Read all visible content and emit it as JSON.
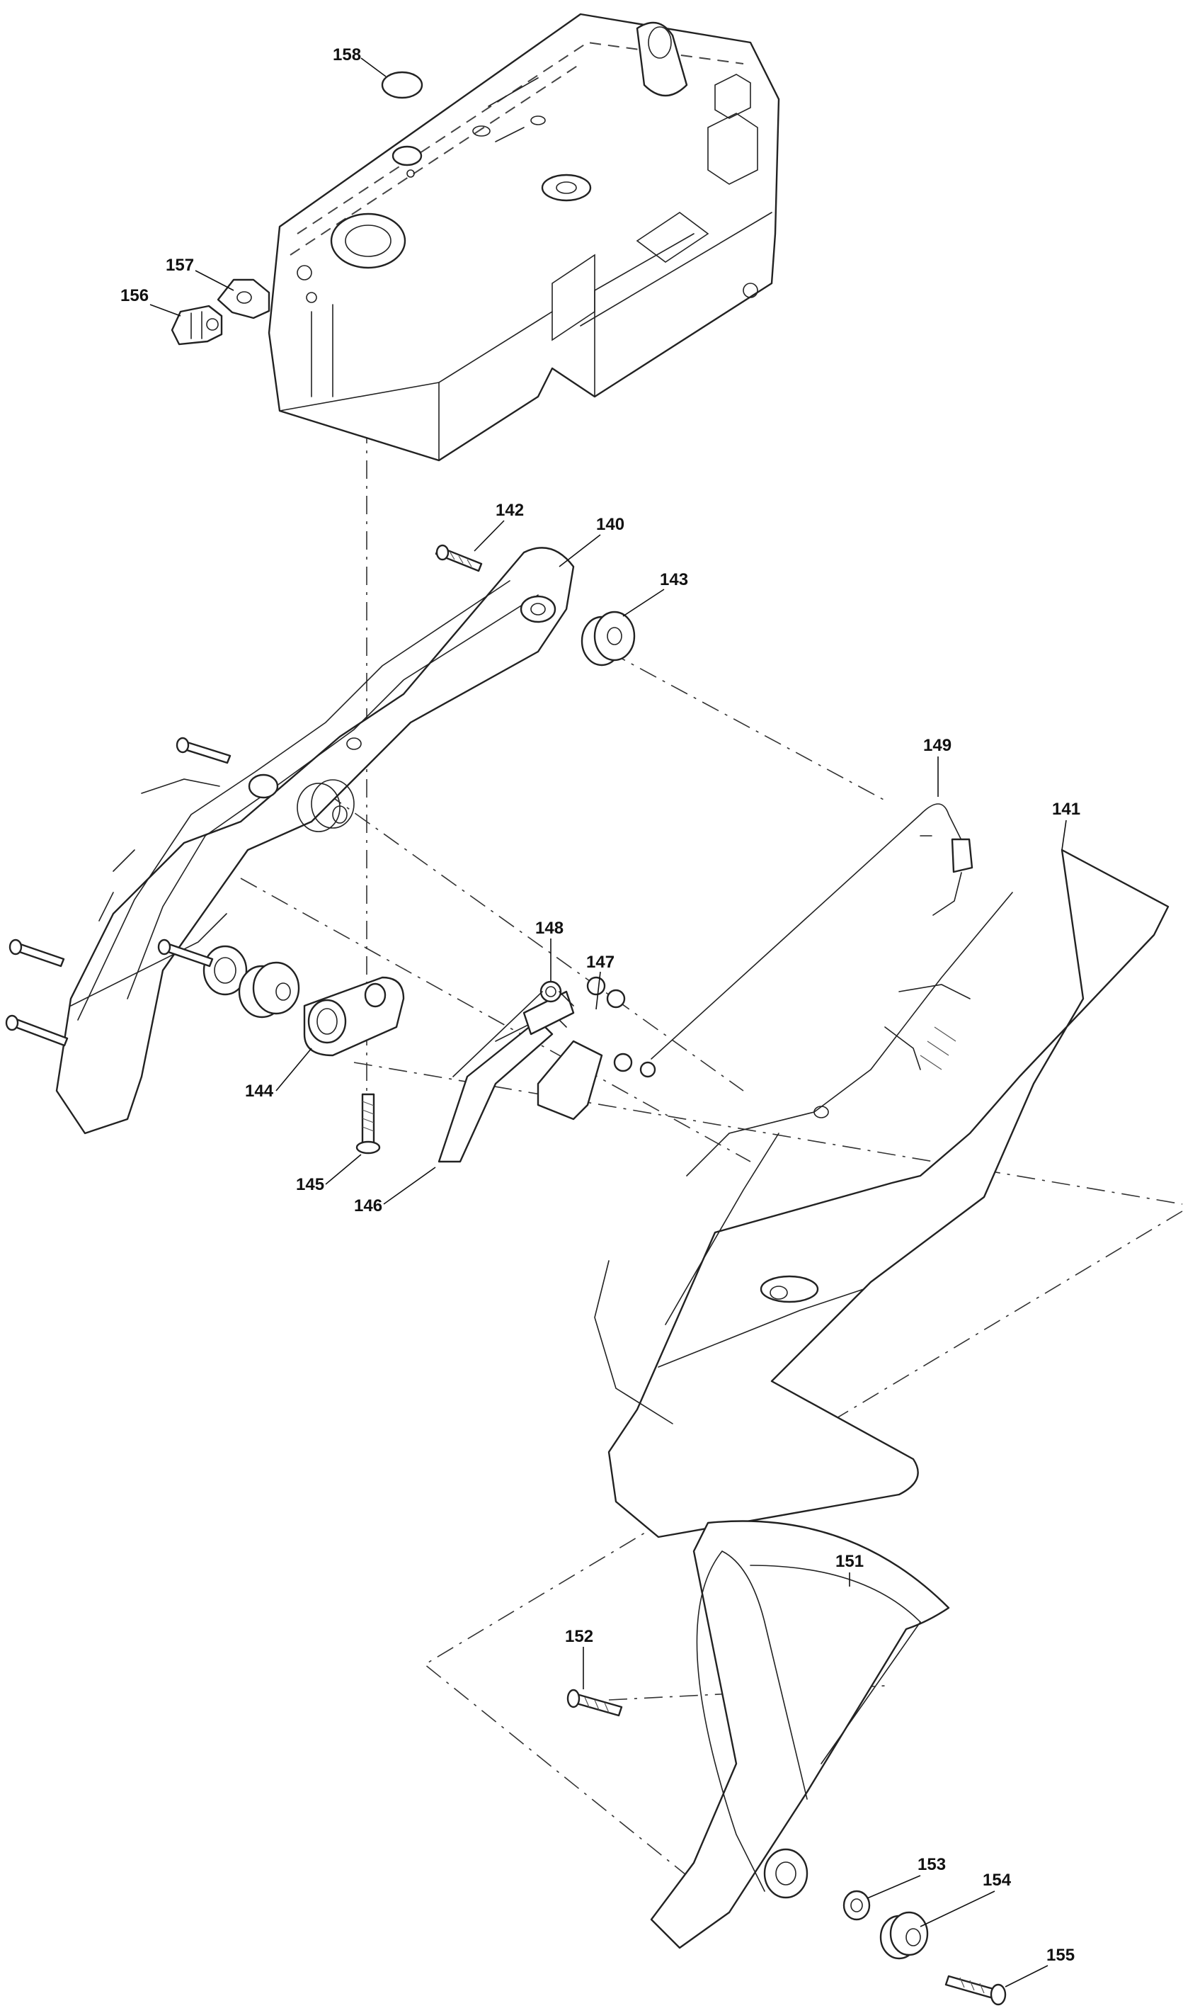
{
  "diagram": {
    "parts": [
      {
        "id": "p158",
        "number": "158"
      },
      {
        "id": "p157",
        "number": "157"
      },
      {
        "id": "p156",
        "number": "156"
      },
      {
        "id": "p142",
        "number": "142"
      },
      {
        "id": "p140",
        "number": "140"
      },
      {
        "id": "p143",
        "number": "143"
      },
      {
        "id": "p149",
        "number": "149"
      },
      {
        "id": "p141",
        "number": "141"
      },
      {
        "id": "p148",
        "number": "148"
      },
      {
        "id": "p147",
        "number": "147"
      },
      {
        "id": "p144",
        "number": "144"
      },
      {
        "id": "p145",
        "number": "145"
      },
      {
        "id": "p146",
        "number": "146"
      },
      {
        "id": "p151",
        "number": "151"
      },
      {
        "id": "p152",
        "number": "152"
      },
      {
        "id": "p153",
        "number": "153"
      },
      {
        "id": "p154",
        "number": "154"
      },
      {
        "id": "p155",
        "number": "155"
      }
    ]
  }
}
